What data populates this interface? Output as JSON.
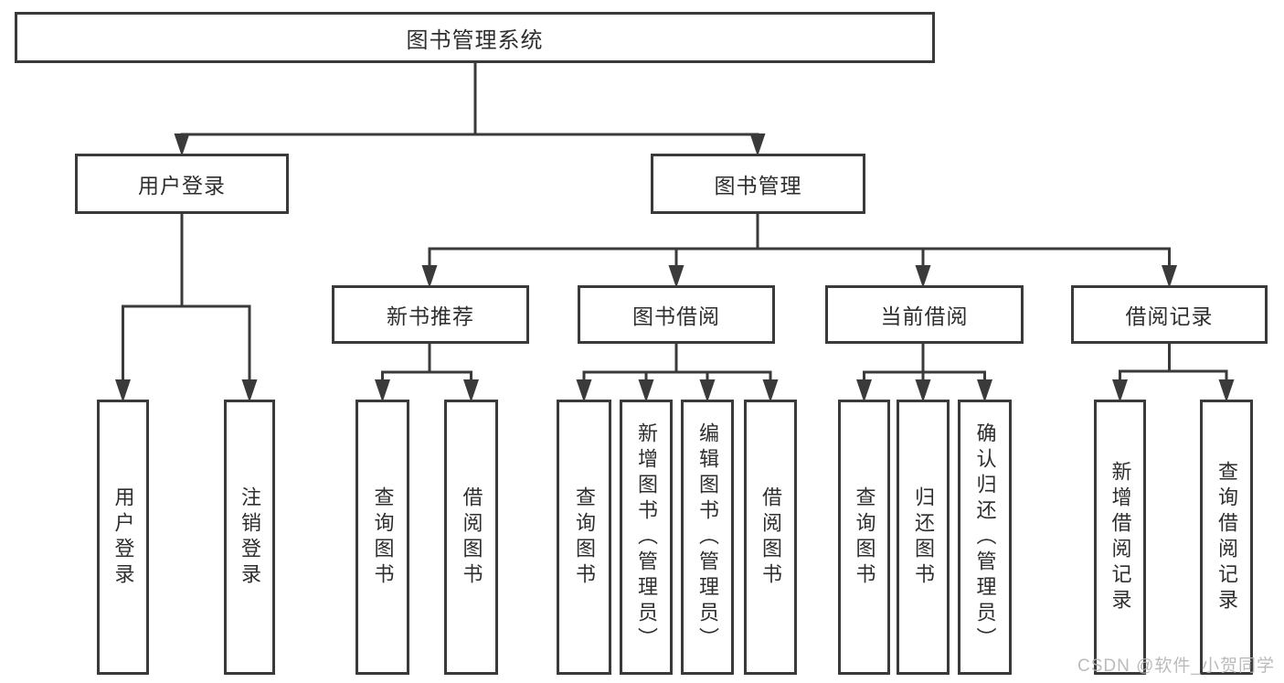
{
  "nodes": {
    "root": "图书管理系统",
    "user_login": "用户登录",
    "book_management": "图书管理",
    "new_book_recommend": "新书推荐",
    "book_borrowing": "图书借阅",
    "current_borrowing": "当前借阅",
    "borrow_records": "借阅记录",
    "leaf_user_login": "用户登录",
    "leaf_logout": "注销登录",
    "leaf_nb_query_books": "查询图书",
    "leaf_nb_borrow_books": "借阅图书",
    "leaf_bb_query_books": "查询图书",
    "leaf_bb_add_books": "新增图书（管理员）",
    "leaf_bb_edit_books": "编辑图书（管理员）",
    "leaf_bb_borrow_books": "借阅图书",
    "leaf_cb_query_books": "查询图书",
    "leaf_cb_return_books": "归还图书",
    "leaf_cb_confirm_return": "确认归还（管理员）",
    "leaf_br_add_record": "新增借阅记录",
    "leaf_br_query_record": "查询借阅记录"
  },
  "watermark": "CSDN @软件_小贺同学",
  "colors": {
    "line": "#3a3a3a",
    "text": "#2e2e2e",
    "watermark": "#b4b4b4",
    "background": "#ffffff"
  }
}
